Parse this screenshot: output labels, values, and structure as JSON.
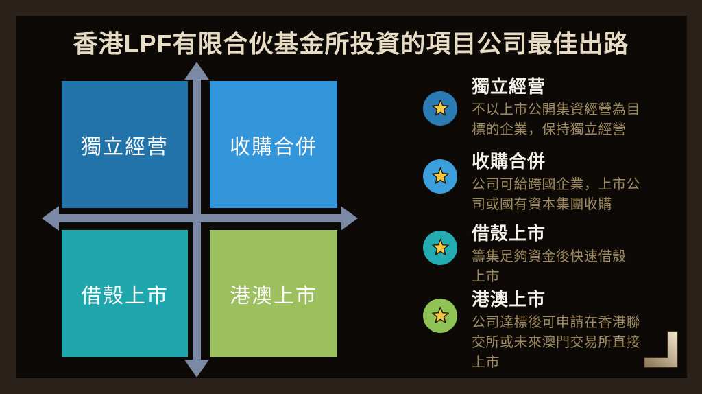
{
  "title": "香港LPF有限合伙基金所投資的項目公司最佳出路",
  "colors": {
    "frame_border": "#2a211a",
    "panel_background": "#0d0907",
    "title_text": "#e7dcc3",
    "axis_arrow": "#7b89a4",
    "quadrant_top_left": "#2173aa",
    "quadrant_top_right": "#3396da",
    "quadrant_bottom_left": "#1fa7ad",
    "quadrant_bottom_right": "#9dc05e",
    "legend_title_text": "#f4f1ea",
    "legend_desc_text": "#9e8a60",
    "star_fill": "#f6c945",
    "star_outline": "#201a10",
    "corner_bracket_dark": "#8a7453",
    "corner_bracket_light": "#f2e6cf"
  },
  "quadrants": [
    {
      "position": "top-left",
      "label": "獨立經营",
      "color": "#2173aa"
    },
    {
      "position": "top-right",
      "label": "收購合併",
      "color": "#3396da"
    },
    {
      "position": "bottom-left",
      "label": "借殼上市",
      "color": "#1fa7ad"
    },
    {
      "position": "bottom-right",
      "label": "港澳上市",
      "color": "#9dc05e"
    }
  ],
  "legend": [
    {
      "title": "獨立經营",
      "description": "不以上市公開集資經營為目標的企業，保持獨立經營",
      "bullet_color": "#2b7cb5",
      "icon": "star-icon"
    },
    {
      "title": "收購合併",
      "description": "公司可給跨國企業，上市公司或國有資本集團收購",
      "bullet_color": "#3d9edc",
      "icon": "star-icon"
    },
    {
      "title": "借殼上市",
      "description": "籌集足夠資金後快速借殼上市",
      "bullet_color": "#23abb2",
      "icon": "star-icon"
    },
    {
      "title": "港澳上市",
      "description": "公司達標後可申請在香港聯交所或未來澳門交易所直接上市",
      "bullet_color": "#8ec254",
      "icon": "star-icon"
    }
  ]
}
